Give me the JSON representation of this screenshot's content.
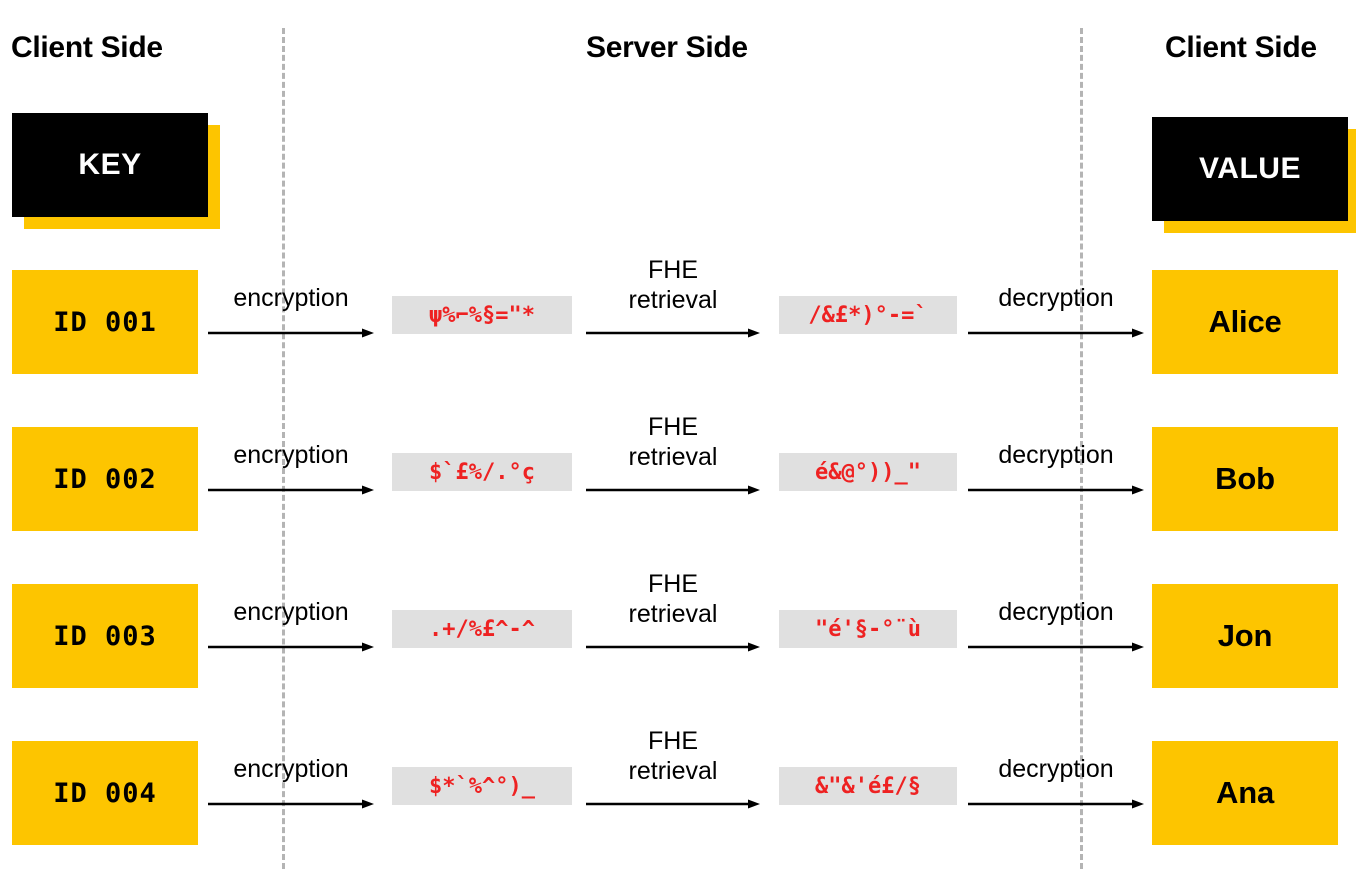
{
  "headers": {
    "client_left": "Client Side",
    "server": "Server Side",
    "client_right": "Client Side"
  },
  "cards": {
    "key": "KEY",
    "value": "VALUE"
  },
  "colors": {
    "yellow": "#fdc500",
    "black": "#000000",
    "cipher_red": "#ee2222",
    "cipher_background": "#e0e0e0",
    "divider_gray": "#b4b4b4"
  },
  "arrow_labels": {
    "encryption": "encryption",
    "fhe_retrieval": "FHE\nretrieval",
    "decryption": "decryption"
  },
  "rows": [
    {
      "key": "ID 001",
      "cipher_client": "ψ%⌐%§=\"*",
      "cipher_server": "/&£*)°-=`",
      "value": "Alice"
    },
    {
      "key": "ID 002",
      "cipher_client": "$`£%/.°ç",
      "cipher_server": "é&@°))_\"",
      "value": "Bob"
    },
    {
      "key": "ID 003",
      "cipher_client": ".+/%£^-^",
      "cipher_server": "\"é'§-°¨ù",
      "value": "Jon"
    },
    {
      "key": "ID 004",
      "cipher_client": "$*`%^°)_",
      "cipher_server": "&\"&'é£/§",
      "value": "Ana"
    }
  ]
}
